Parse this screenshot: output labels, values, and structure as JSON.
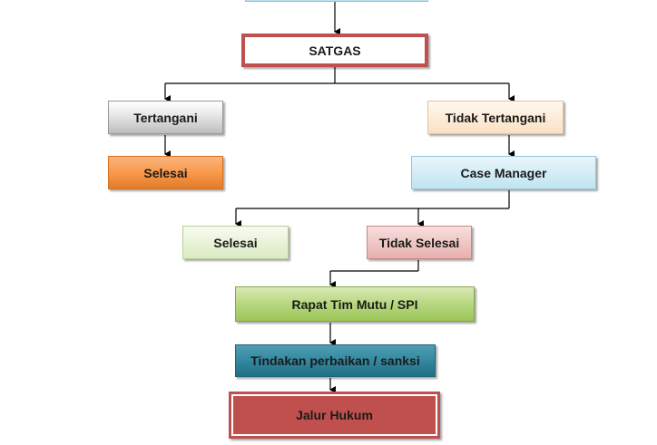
{
  "diagram": {
    "top_box": "",
    "satgas": "SATGAS",
    "tertangani": "Tertangani",
    "tidak_tertangani": "Tidak Tertangani",
    "selesai_left": "Selesai",
    "case_manager": "Case Manager",
    "selesai_mid": "Selesai",
    "tidak_selesai": "Tidak Selesai",
    "rapat": "Rapat Tim Mutu / SPI",
    "tindakan": "Tindakan perbaikan / sanksi",
    "jalur_hukum": "Jalur Hukum"
  },
  "colors": {
    "connector": "#000000",
    "red_frame": "#c0504d",
    "orange": "#f79646",
    "light_blue": "#bfe4f0",
    "teal": "#31859c",
    "green": "#9bc558"
  }
}
